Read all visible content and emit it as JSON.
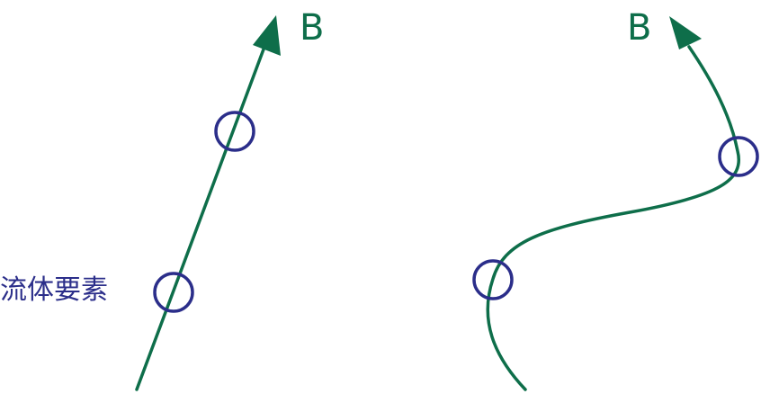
{
  "colors": {
    "field_line": "#0e6e4a",
    "fluid_element": "#2b2e8a",
    "background": "#ffffff"
  },
  "left_panel": {
    "field_label": "B",
    "element_label": "流体要素"
  },
  "right_panel": {
    "field_label": "B"
  }
}
